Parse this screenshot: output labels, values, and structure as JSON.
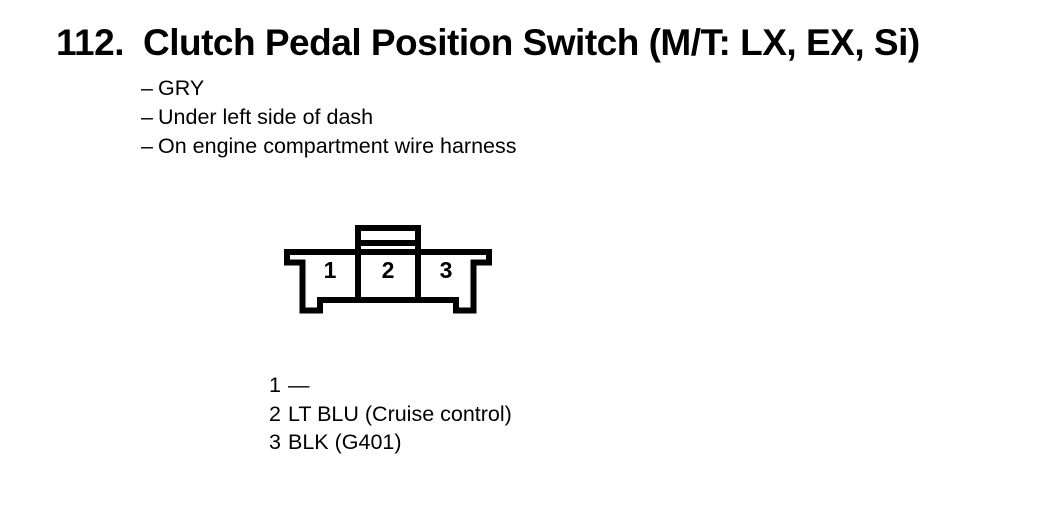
{
  "title": {
    "number": "112.",
    "text": "Clutch Pedal Position Switch (M/T: LX, EX, Si)"
  },
  "notes": [
    {
      "bullet": "–",
      "text": "GRY"
    },
    {
      "bullet": "–",
      "text": "Under left side of dash"
    },
    {
      "bullet": "–",
      "text": "On engine compartment wire harness"
    }
  ],
  "connector": {
    "pins": [
      "1",
      "2",
      "3"
    ]
  },
  "legend": [
    {
      "pin": "1",
      "label": "—"
    },
    {
      "pin": "2",
      "label": "LT BLU (Cruise control)"
    },
    {
      "pin": "3",
      "label": "BLK (G401)"
    }
  ],
  "colors": {
    "ink": "#000000",
    "background": "#ffffff"
  }
}
